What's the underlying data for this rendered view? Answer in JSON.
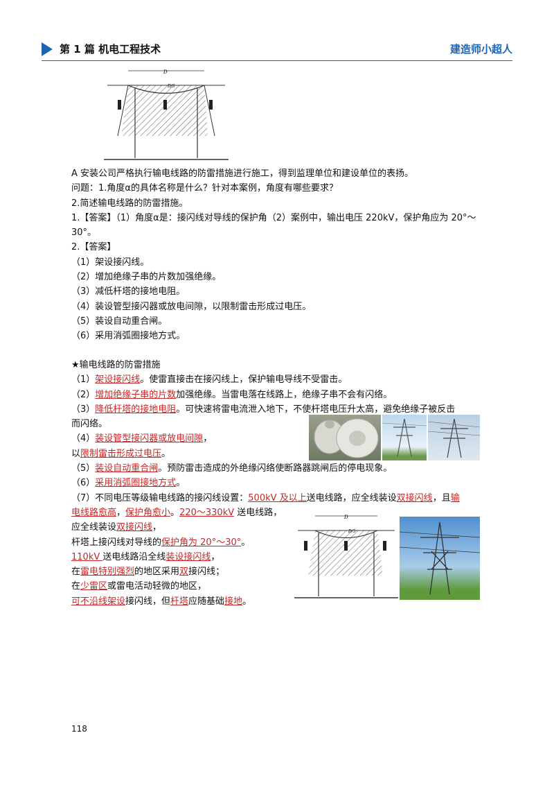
{
  "header": {
    "title": "第 1 篇  机电工程技术",
    "brand": "建造师小超人"
  },
  "figure": {
    "label_d": "D",
    "label_d15": "D/5"
  },
  "body1": [
    [
      "    A 安装公司严格执行输电线路的防雷措施进行施工，得到监理单位和建设单位的表扬。"
    ],
    [
      "问题：1.角度α的具体名称是什么？针对本案例，角度有哪些要求？"
    ],
    [
      "2.简述输电线路的防雷措施。"
    ],
    [
      "1.【答案】（1）角度α是：接闪线对导线的保护角（2）案例中，输出电压 220kV，保护角应为 20°～"
    ],
    [
      "30°。"
    ],
    [
      "2.【答案】"
    ],
    [
      "（1）架设接闪线。"
    ],
    [
      "（2）增加绝缘子串的片数加强绝缘。"
    ],
    [
      "（3）减低杆塔的接地电阻。"
    ],
    [
      "（4）装设管型接闪器或放电间隙，以限制雷击形成过电压。"
    ],
    [
      "（5）装设自动重合闸。"
    ],
    [
      "（6）采用消弧圈接地方式。"
    ]
  ],
  "body2_title": "★输电线路的防雷措施",
  "items": {
    "i1a": "（1）",
    "i1b": "架设接闪线",
    "i1c": "。使雷直接击在接闪线上，保护输电导线不受雷击。",
    "i2a": "（2）",
    "i2b": "增加绝缘子串的片数",
    "i2c": "加强绝缘。当雷电落在线路上，绝缘子串不会有闪络。",
    "i3a": "（3）",
    "i3b": "降低杆塔的接地电阻",
    "i3c": "。可快速将雷电流泄入地下，不使杆塔电压升太高，避免绝缘子被反击",
    "i3d": "而闪络。",
    "i4a": "（4）",
    "i4b": "装设管型接闪器或放电间隙",
    "i4c": "，",
    "i4d": "以",
    "i4e": "限制雷击形成过电压",
    "i4f": "。",
    "i5a": "（5）",
    "i5b": "装设自动重合闸",
    "i5c": "。预防雷击造成的外绝缘闪络使断路器跳闸后的停电现象。",
    "i6a": "（6）",
    "i6b": "采用消弧圈接地方式",
    "i6c": "。",
    "i7a": "（7）不同电压等级输电线路的接闪线设置：",
    "i7b": "500kV 及以上",
    "i7c": "送电线路，应全线装设",
    "i7d": "双接闪线",
    "i7e": "，且",
    "i7f": "输",
    "i7g": "电线路愈高",
    "i7h": "，",
    "i7i": "保护角愈小",
    "i7j": "。",
    "i7k": "220～330kV",
    "i7l": " 送电线路，",
    "i7m": "应全线装设",
    "i7n": "双接闪线",
    "i7o": "，",
    "i7p": "杆塔上接闪线对导线的",
    "i7q": "保护角为 20°～30°",
    "i7r": "。",
    "i7s": "110kV ",
    "i7t": "送电线路沿全线",
    "i7u": "装设接闪线",
    "i7v": "，",
    "i7w": "在",
    "i7x": "雷电特别强烈",
    "i7y": "的地区采用",
    "i7z": "双",
    "i7aa": "接闪线；",
    "i7ab": "在",
    "i7ac": "少雷区",
    "i7ad": "或雷电活动轻微的地区，",
    "i7ae": "可不沿线架设",
    "i7af": "接闪线，但",
    "i7ag": "杆塔",
    "i7ah": "应随基础",
    "i7ai": "接地",
    "i7aj": "。"
  },
  "page_number": "118"
}
